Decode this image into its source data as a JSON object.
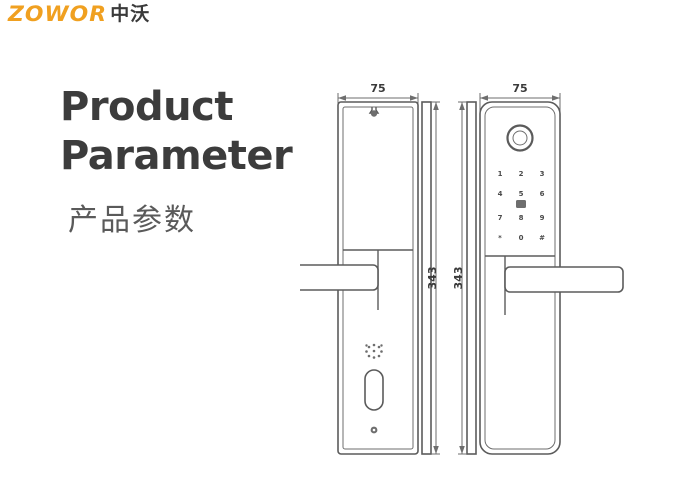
{
  "brand": {
    "wordmark": "ZOWOR",
    "chinese": "中沃",
    "wordmark_color": "#F0A020",
    "chinese_color": "#3A3A3A"
  },
  "heading": {
    "line1": "Product",
    "line2": "Parameter",
    "chinese": "产品参数",
    "color": "#3C3C3C"
  },
  "drawings": {
    "front_view": {
      "width_label": "75",
      "height_label": "343",
      "features": {
        "top_screw": "screw-icon",
        "handle": "door-handle",
        "speaker": "speaker-holes",
        "keyhole": "keyhole-slot",
        "bottom_screw": "screw-icon"
      }
    },
    "rear_view": {
      "width_label": "75",
      "height_label": "343",
      "features": {
        "knob": "fingerprint-knob",
        "keypad": "numeric-keypad",
        "handle": "door-handle"
      },
      "keypad": {
        "rows": [
          [
            "1",
            "2",
            "3"
          ],
          [
            "4",
            "5",
            "6"
          ],
          [
            "7",
            "8",
            "9"
          ],
          [
            "*",
            "0",
            "#"
          ]
        ]
      }
    }
  }
}
